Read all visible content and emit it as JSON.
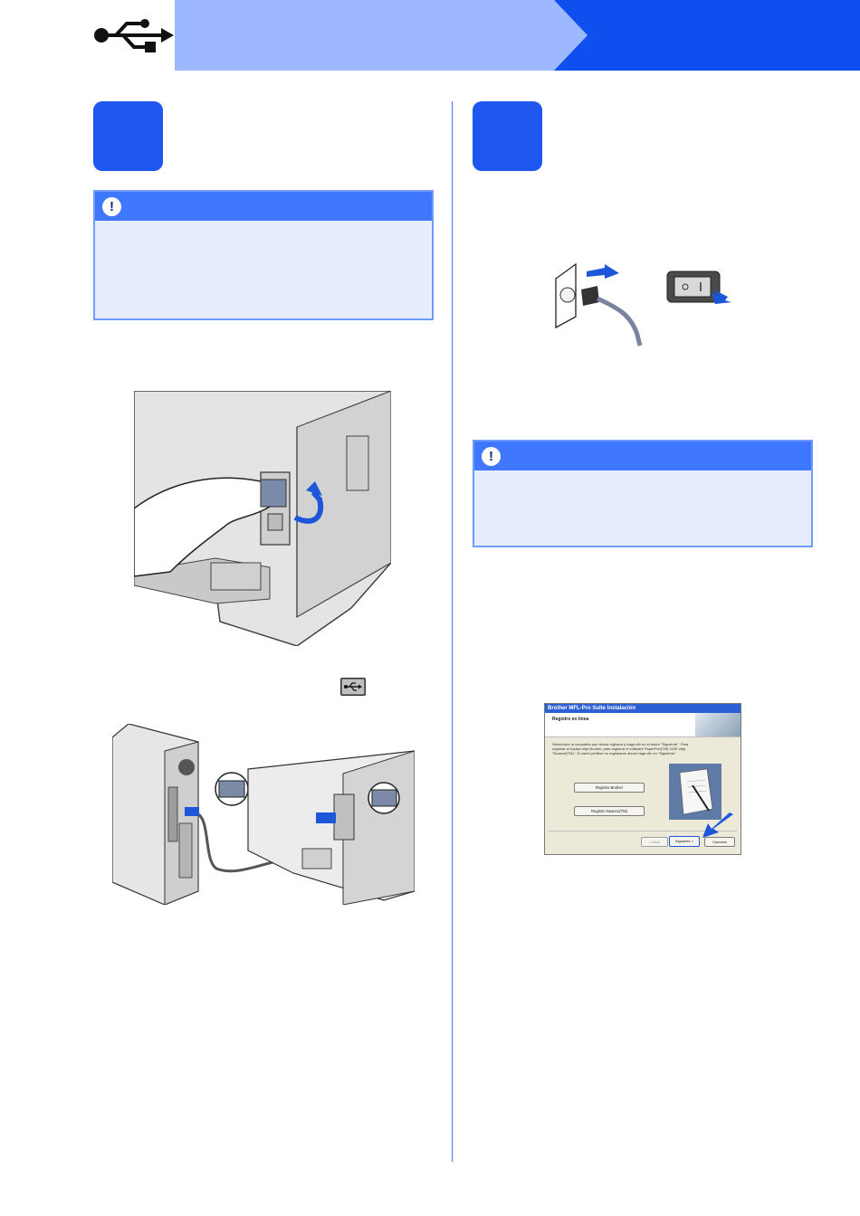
{
  "colors": {
    "header_light": "#9db8ff",
    "header_dark": "#0f4ff0",
    "step_box": "#1e56f0",
    "note_header": "#3f78ff",
    "note_body": "#e6edfd",
    "divider": "#3d78ff"
  },
  "icons": {
    "header": "usb-trident-icon",
    "note": "exclamation-icon",
    "port": "usb-port-icon"
  },
  "dialog": {
    "title": "Brother MFL-Pro Suite Instalación",
    "heading": "Registro en línea",
    "text_line1": "Seleccione la compañía que desea registrar y haga clic en el botón \"Siguiente\". Para",
    "text_line2": "registrar el equipo elija Brother, para registrar el software PaperPort(TM) 11SE elija",
    "text_line3": "\"Nuance(TM)\". Si usted prefiere no registrarse ahora haga clic en \"Siguiente\".",
    "btn_brother": "Registro Brother",
    "btn_nuance": "Registro Nuance(TM)",
    "btn_back": "< Atrás",
    "btn_next": "Siguiente >",
    "btn_cancel": "Cancelar"
  }
}
